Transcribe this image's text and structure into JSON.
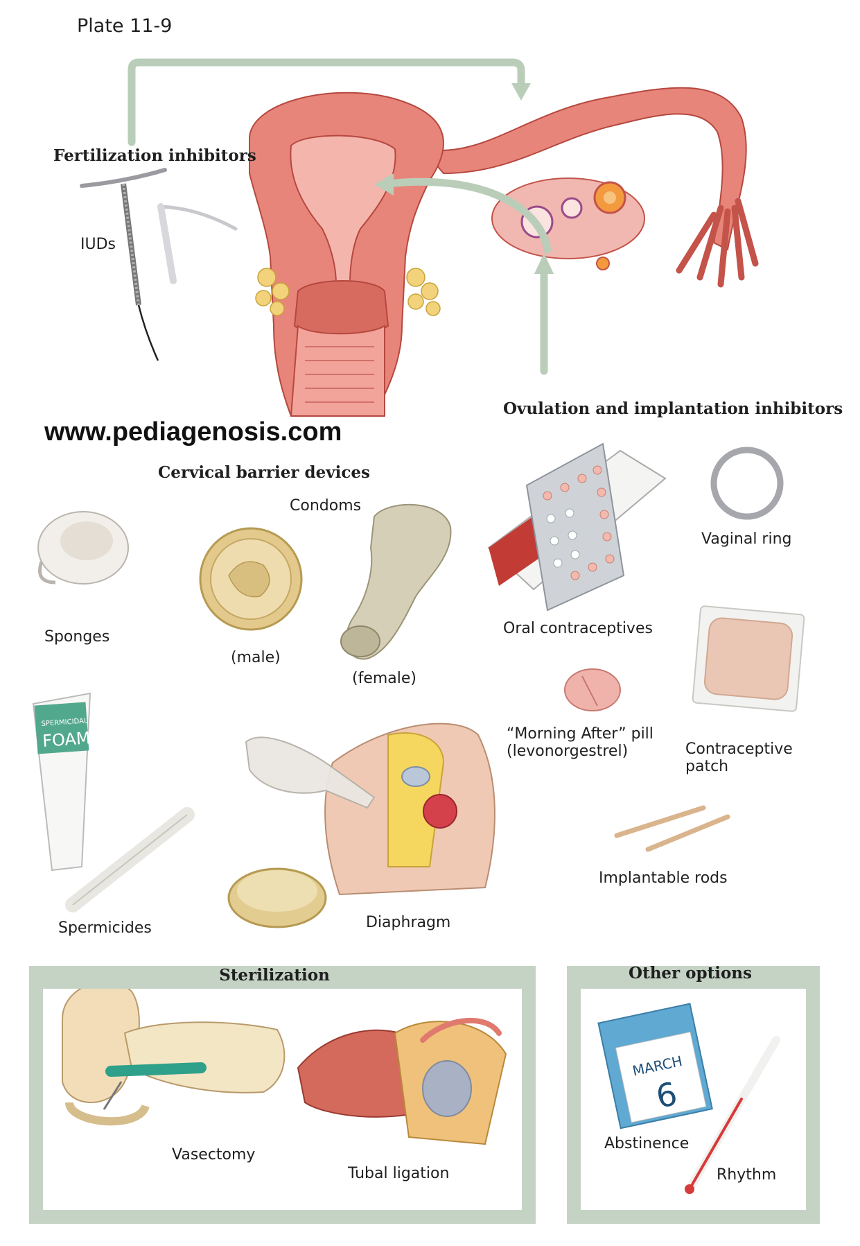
{
  "plate": "Plate 11-9",
  "watermark": "www.pediagenosis.com",
  "top": {
    "fertilization_label": "Fertilization inhibitors",
    "iuds_label": "IUDs",
    "ovulation_label": "Ovulation and implantation inhibitors"
  },
  "barrier": {
    "heading": "Cervical barrier devices",
    "condoms": "Condoms",
    "sponges": "Sponges",
    "male": "(male)",
    "female": "(female)",
    "spermicides": "Spermicides",
    "diaphragm": "Diaphragm",
    "foam_tube": "SPERMICIDAL FOAM"
  },
  "hormonal": {
    "oral": "Oral contraceptives",
    "vaginal_ring": "Vaginal ring",
    "morning_after": "“Morning After” pill\n(levonorgestrel)",
    "patch": "Contraceptive\npatch",
    "rods": "Implantable rods"
  },
  "sterilization": {
    "title": "Sterilization",
    "vasectomy": "Vasectomy",
    "tubal": "Tubal ligation"
  },
  "other": {
    "title": "Other options",
    "abstinence": "Abstinence",
    "rhythm": "Rhythm",
    "calendar_month": "MARCH",
    "calendar_day": "6"
  },
  "colors": {
    "arrow": "#b9cdb9",
    "panel_border": "#c5d3c5",
    "tissue": "#e8857a",
    "tissue_dark": "#c4534a"
  }
}
